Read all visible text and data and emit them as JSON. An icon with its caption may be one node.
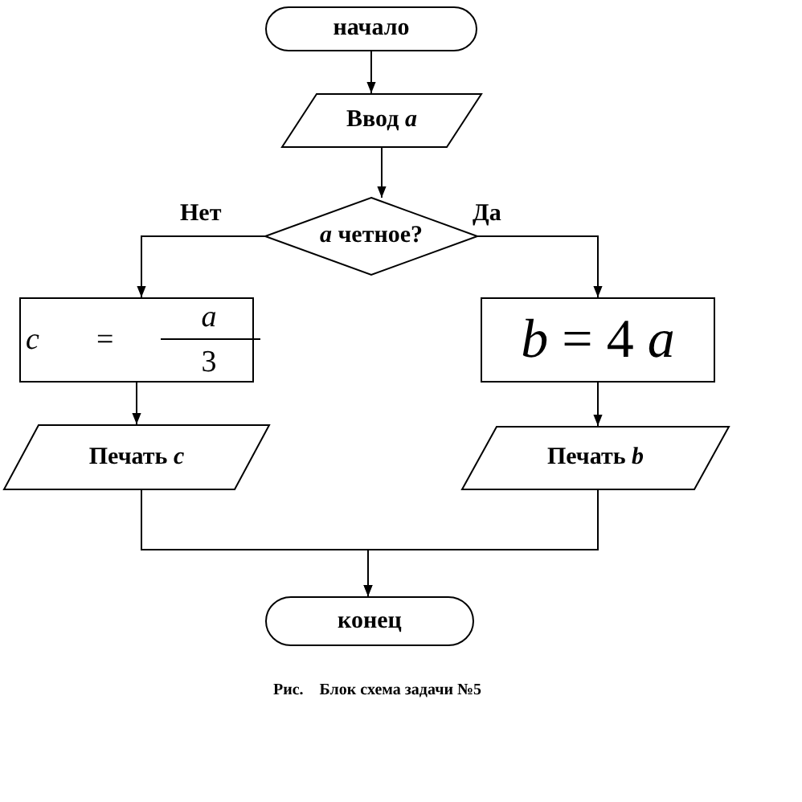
{
  "diagram": {
    "caption": "Рис.    Блок схема задачи №5",
    "nodes": [
      {
        "text": [
          "начало"
        ]
      },
      {
        "text": [
          "Ввод *a*"
        ]
      },
      {
        "text": [
          "*a* четное?"
        ]
      },
      {
        "text": [
          "c",
          "=",
          "a",
          "3"
        ]
      },
      {
        "text": [
          "*b* = 4 *a*"
        ]
      },
      {
        "text": [
          "Печать  *c*"
        ]
      },
      {
        "text": [
          "Печать *b*"
        ]
      },
      {
        "text": [
          "конец"
        ]
      }
    ],
    "edges": [
      {
        "from": 0,
        "to": 1,
        "arrow": "to"
      },
      {
        "from": 1,
        "to": 2,
        "arrow": "to"
      },
      {
        "from": 2,
        "to": 3,
        "arrow": "to",
        "label": "Нет"
      },
      {
        "from": 2,
        "to": 4,
        "arrow": "to",
        "label": "Да"
      },
      {
        "from": 3,
        "to": 5,
        "arrow": "to"
      },
      {
        "from": 4,
        "to": 6,
        "arrow": "to"
      },
      {
        "from": 5,
        "to": 7,
        "arrow": "to"
      },
      {
        "from": 6,
        "to": 7,
        "arrow": "to"
      }
    ]
  }
}
